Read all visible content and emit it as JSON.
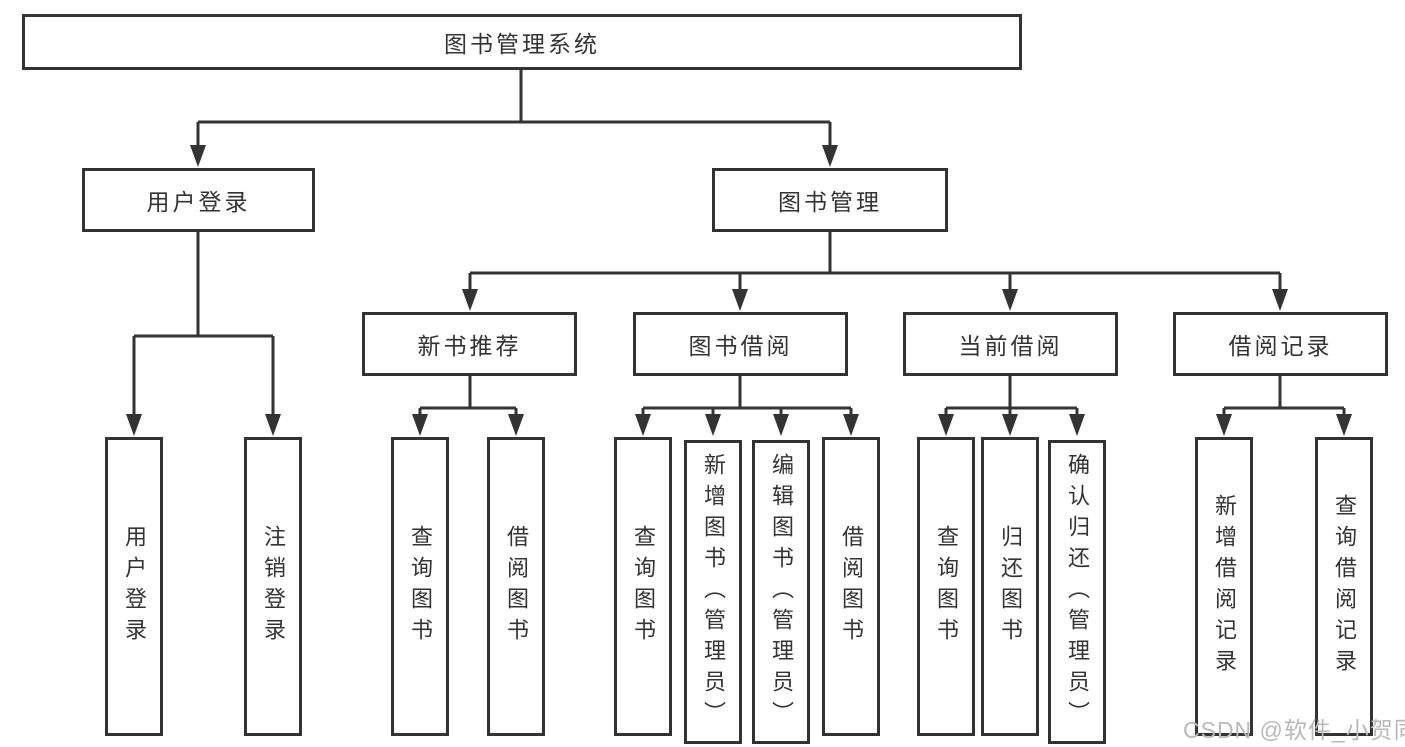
{
  "diagram": {
    "root": {
      "label": "图书管理系统"
    },
    "branches": [
      {
        "label": "用户登录",
        "children": [
          {
            "label": "用户登录"
          },
          {
            "label": "注销登录"
          }
        ]
      },
      {
        "label": "图书管理",
        "children": [
          {
            "label": "新书推荐",
            "children": [
              {
                "label": "查询图书"
              },
              {
                "label": "借阅图书"
              }
            ]
          },
          {
            "label": "图书借阅",
            "children": [
              {
                "label": "查询图书"
              },
              {
                "label": "新增图书（管理员）"
              },
              {
                "label": "编辑图书（管理员）"
              },
              {
                "label": "借阅图书"
              }
            ]
          },
          {
            "label": "当前借阅",
            "children": [
              {
                "label": "查询图书"
              },
              {
                "label": "归还图书"
              },
              {
                "label": "确认归还（管理员）"
              }
            ]
          },
          {
            "label": "借阅记录",
            "children": [
              {
                "label": "新增借阅记录"
              },
              {
                "label": "查询借阅记录"
              }
            ]
          }
        ]
      }
    ]
  },
  "watermark": {
    "text": "CSDN @软件_小贺同学",
    "color": "#b9b9b9"
  },
  "colors": {
    "line": "#333333",
    "text": "#333333",
    "background": "#ffffff"
  }
}
